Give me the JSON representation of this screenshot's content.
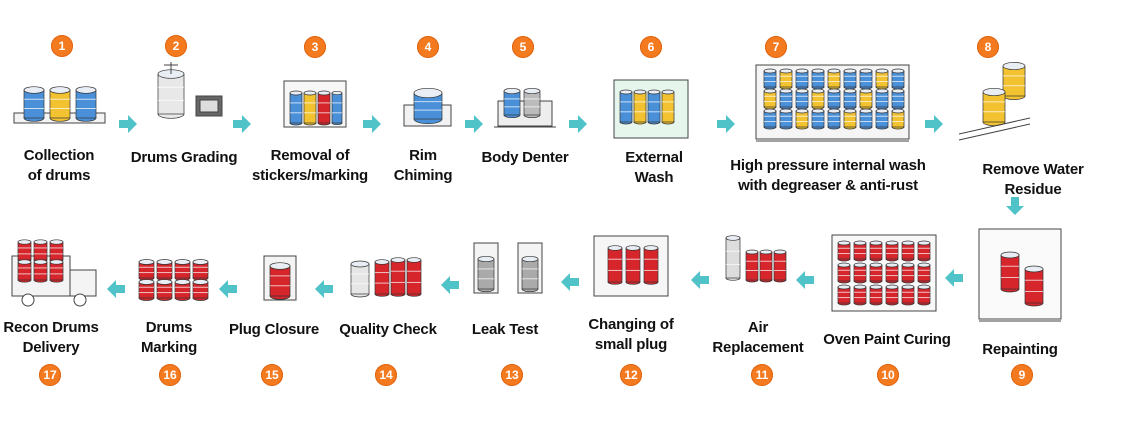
{
  "steps": [
    {
      "num": "1",
      "label": "Collection\nof drums",
      "icon": "drum-collection-icon"
    },
    {
      "num": "2",
      "label": "Drums Grading",
      "icon": "drum-grading-icon"
    },
    {
      "num": "3",
      "label": "Removal of\nstickers/marking",
      "icon": "sticker-removal-icon"
    },
    {
      "num": "4",
      "label": "Rim\nChiming",
      "icon": "rim-chiming-icon"
    },
    {
      "num": "5",
      "label": "Body Denter",
      "icon": "body-denter-icon"
    },
    {
      "num": "6",
      "label": "External\nWash",
      "icon": "external-wash-icon"
    },
    {
      "num": "7",
      "label": "High pressure internal wash\nwith degreaser & anti-rust",
      "icon": "internal-wash-icon"
    },
    {
      "num": "8",
      "label": "Remove Water Residue",
      "icon": "water-residue-icon"
    },
    {
      "num": "9",
      "label": "Repainting",
      "icon": "repainting-icon"
    },
    {
      "num": "10",
      "label": "Oven Paint Curing",
      "icon": "oven-curing-icon"
    },
    {
      "num": "11",
      "label": "Air\nReplacement",
      "icon": "air-replacement-icon"
    },
    {
      "num": "12",
      "label": "Changing of\nsmall plug",
      "icon": "plug-change-icon"
    },
    {
      "num": "13",
      "label": "Leak Test",
      "icon": "leak-test-icon"
    },
    {
      "num": "14",
      "label": "Quality Check",
      "icon": "quality-check-icon"
    },
    {
      "num": "15",
      "label": "Plug Closure",
      "icon": "plug-closure-icon"
    },
    {
      "num": "16",
      "label": "Drums\nMarking",
      "icon": "drum-marking-icon"
    },
    {
      "num": "17",
      "label": "Recon Drums\nDelivery",
      "icon": "delivery-truck-icon"
    }
  ],
  "colors": {
    "badge": "#f47a20",
    "arrow": "#4fc3c7",
    "drum_blue": "#4a90d9",
    "drum_yellow": "#f2c230",
    "drum_red": "#d6262c",
    "machine_line": "#444444"
  }
}
